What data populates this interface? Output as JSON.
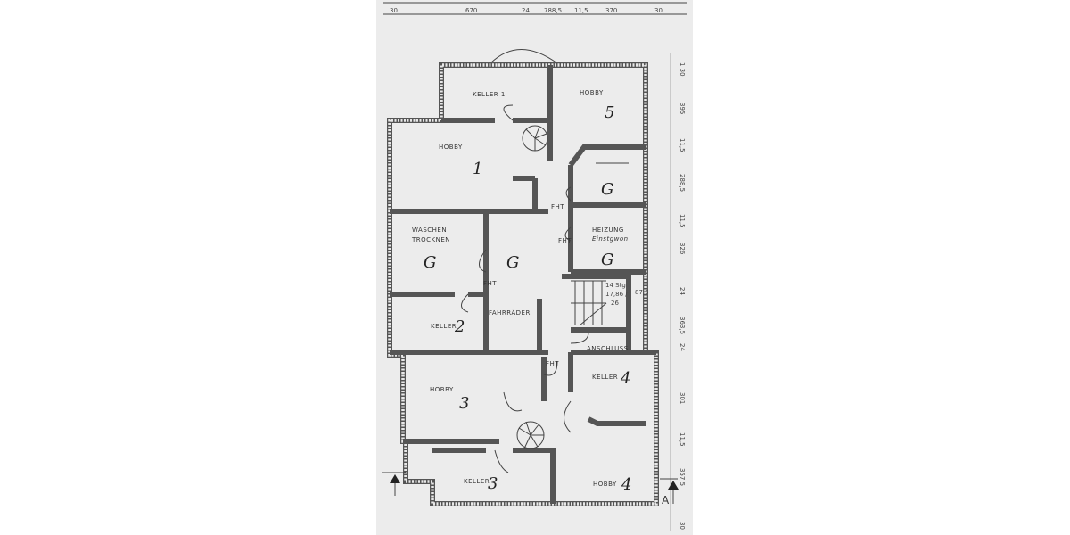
{
  "dimensions": {
    "top": [
      "30",
      "670",
      "24",
      "788,5",
      "11,5",
      "370",
      "30"
    ],
    "right": [
      "1 30",
      "395",
      "11,5",
      "288,5",
      "11,5",
      "326",
      "24",
      "363,5",
      "24",
      "301",
      "11,5",
      "357,5",
      "30"
    ]
  },
  "rooms": [
    {
      "label": "KELLER 1",
      "number": ""
    },
    {
      "label": "HOBBY",
      "number": "5"
    },
    {
      "label": "HOBBY",
      "number": "1"
    },
    {
      "label": "",
      "number": "G"
    },
    {
      "label": "WASCHEN",
      "label2": "TROCKNEN",
      "number": "G"
    },
    {
      "label": "",
      "number": "G"
    },
    {
      "label": "HEIZUNG",
      "label2": "Einstgwon",
      "number": "G"
    },
    {
      "label": "KELLER",
      "number": "2"
    },
    {
      "label": "FAHRRÄDER",
      "number": ""
    },
    {
      "label": "ANSCHLUSS",
      "number": ""
    },
    {
      "label": "HOBBY",
      "number": "3"
    },
    {
      "label": "KELLER",
      "number": "4"
    },
    {
      "label": "KELLER",
      "number": "3"
    },
    {
      "label": "HOBBY",
      "number": "4"
    }
  ],
  "door_labels": [
    "FHT",
    "FHT",
    "FHT",
    "FHT"
  ],
  "stair": {
    "steps": "14 Stg",
    "ratio": "17,86 /",
    "tread": "26",
    "width": "87,5"
  },
  "section_marker": "A"
}
